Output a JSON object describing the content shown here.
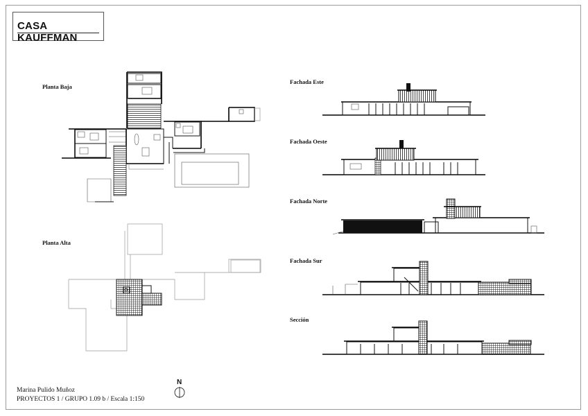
{
  "title": "CASA KAUFFMAN",
  "plans": {
    "ground": "Planta Baja",
    "upper": "Planta Alta"
  },
  "elevations": {
    "east": "Fachada Este",
    "west": "Fachada Oeste",
    "north": "Fachada Norte",
    "south": "Fachada Sur",
    "section": "Sección"
  },
  "footer": {
    "author": "Marina Pulido Muñoz",
    "course": "PROYECTOS 1 / GRUPO 1.09 b / Escala 1:150"
  },
  "north_arrow": {
    "label": "N",
    "icon": "north-arrow-icon"
  },
  "colors": {
    "ink": "#111111",
    "frame": "#9a9a9a"
  }
}
